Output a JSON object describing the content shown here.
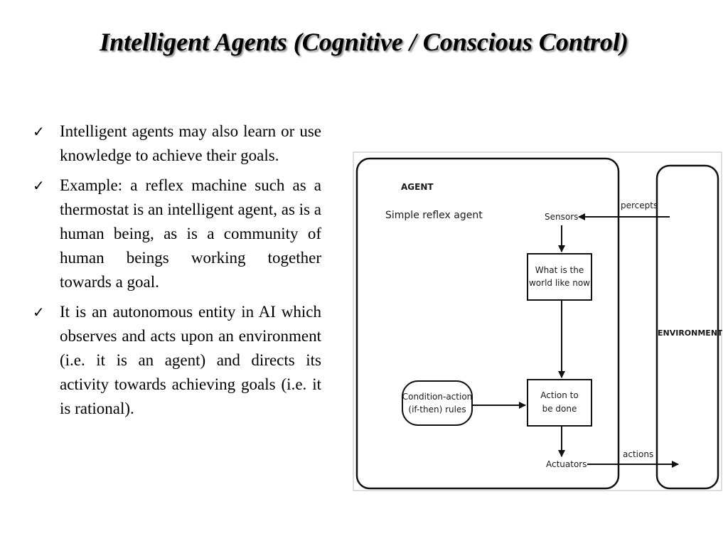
{
  "slide": {
    "title": "Intelligent Agents (Cognitive / Conscious Control)",
    "bullets": [
      "Intelligent agents may also learn or use knowledge to achieve their goals.",
      "Example: a reflex machine such as a thermostat is an intelligent agent, as is a human being, as is a community of human beings working together towards a goal.",
      "It is an autonomous entity in AI which observes and acts upon an environment (i.e. it is an agent) and directs its activity towards achieving goals (i.e. it is rational)."
    ],
    "bullet_icon": "check-mark-icon"
  },
  "diagram": {
    "agent_label": "AGENT",
    "agent_type": "Simple reflex agent",
    "environment_label": "ENVIRONMENT",
    "sensors": "Sensors",
    "world_line1": "What is the",
    "world_line2": "world like now",
    "action_line1": "Action to",
    "action_line2": "be done",
    "rules_line1": "Condition-action",
    "rules_line2": "(if-then) rules",
    "actuators": "Actuators",
    "percepts": "percepts",
    "actions": "actions"
  }
}
